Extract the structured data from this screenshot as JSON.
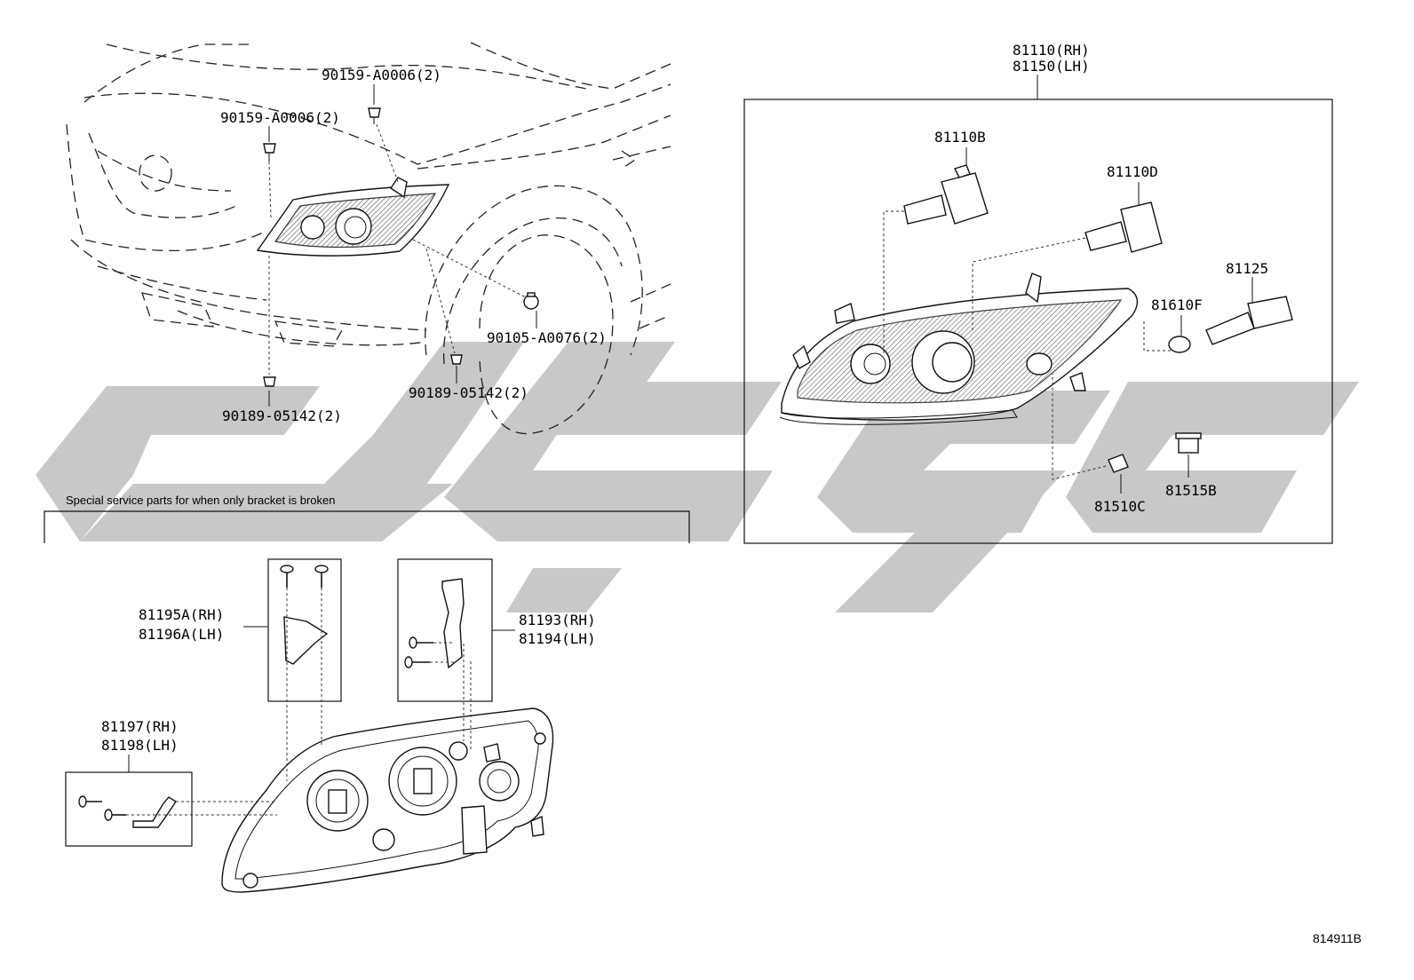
{
  "watermark": {
    "color": "#c8c8c8"
  },
  "car_view": {
    "labels": {
      "a": "90159-A0006(2)",
      "b": "90159-A0006(2)",
      "c": "90105-A0076(2)",
      "d": "90189-05142(2)",
      "e": "90189-05142(2)"
    }
  },
  "assembly": {
    "header_rh": "81110(RH)",
    "header_lh": "81150(LH)",
    "parts": {
      "bulb_hi": "81110B",
      "bulb_lo": "81110D",
      "socket": "81125",
      "bulb_side": "81610F",
      "bulb_small": "81510C",
      "socket_small": "81515B"
    }
  },
  "brackets": {
    "title": "Special service parts for when only bracket is broken",
    "upper_rh": "81195A(RH)",
    "upper_lh": "81196A(LH)",
    "side_rh": "81193(RH)",
    "side_lh": "81194(LH)",
    "lower_rh": "81197(RH)",
    "lower_lh": "81198(LH)"
  },
  "figure_code": "814911B"
}
